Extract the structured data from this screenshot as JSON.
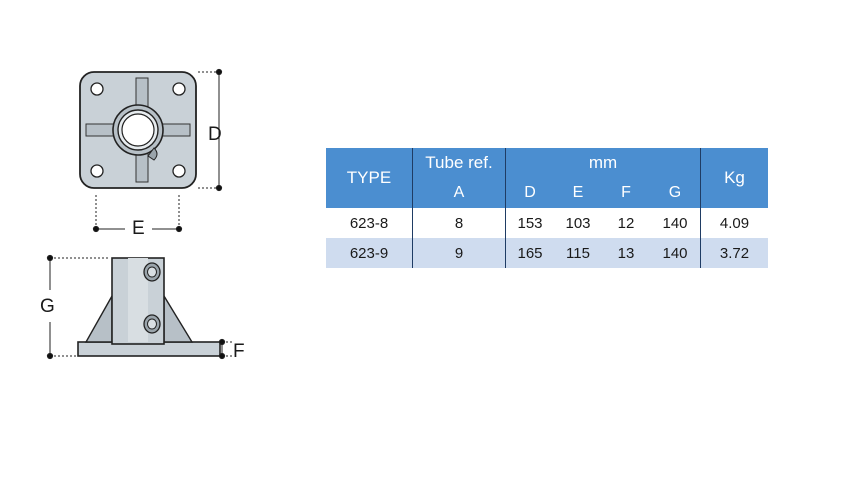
{
  "drawing": {
    "dimension_labels": {
      "D": "D",
      "E": "E",
      "G": "G",
      "F": "F"
    }
  },
  "table": {
    "header": {
      "type": "TYPE",
      "tube_ref": "Tube ref.",
      "tube_sub": "A",
      "mm": "mm",
      "kg": "Kg",
      "sub_cols": [
        "D",
        "E",
        "F",
        "G"
      ]
    },
    "rows": [
      {
        "type": "623-8",
        "a": "8",
        "d": "153",
        "e": "103",
        "f": "12",
        "g": "140",
        "kg": "4.09"
      },
      {
        "type": "623-9",
        "a": "9",
        "d": "165",
        "e": "115",
        "f": "13",
        "g": "140",
        "kg": "3.72"
      }
    ]
  },
  "colors": {
    "header_bg": "#4b8ed0",
    "alt_row_bg": "#cfdcef",
    "part_fill": "#c9d1d7",
    "part_stroke": "#222222"
  }
}
